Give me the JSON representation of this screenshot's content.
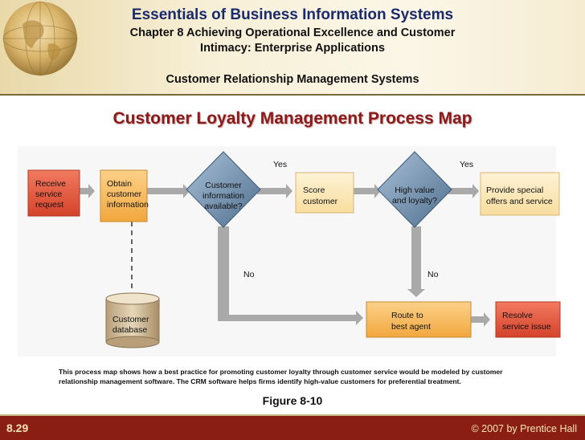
{
  "header": {
    "title": "Essentials of Business Information Systems",
    "chapter_line1": "Chapter 8 Achieving Operational Excellence and Customer",
    "chapter_line2": "Intimacy: Enterprise Applications",
    "section": "Customer Relationship Management Systems",
    "globe_icon": "globe-icon"
  },
  "slide_title": "Customer Loyalty Management Process Map",
  "diagram": {
    "receive_request": [
      "Receive",
      "service",
      "request"
    ],
    "obtain_info": [
      "Obtain",
      "customer",
      "information"
    ],
    "info_available": [
      "Customer",
      "information",
      "available?"
    ],
    "score_customer": [
      "Score",
      "customer"
    ],
    "high_value": [
      "High value",
      "and loyalty?"
    ],
    "provide_offers": [
      "Provide special",
      "offers and service"
    ],
    "customer_database": [
      "Customer",
      "database"
    ],
    "route_agent": [
      "Route to",
      "best agent"
    ],
    "resolve_issue": [
      "Resolve",
      "service issue"
    ],
    "yes1": "Yes",
    "yes2": "Yes",
    "no1": "No",
    "no2": "No",
    "colors": {
      "red_box": "#e2553a",
      "orange_box": "#f5b552",
      "yellow_box": "#fbe7b5",
      "diamond": "#6e8fae",
      "arrow": "#a9a9a9"
    }
  },
  "caption": "This process map shows how a best practice for promoting customer loyalty through customer service would be modeled by customer relationship management software. The CRM software helps firms identify high-value customers for preferential treatment.",
  "figure_label": "Figure 8-10",
  "footer": {
    "slide_number": "8.29",
    "copyright": "© 2007 by Prentice Hall"
  }
}
